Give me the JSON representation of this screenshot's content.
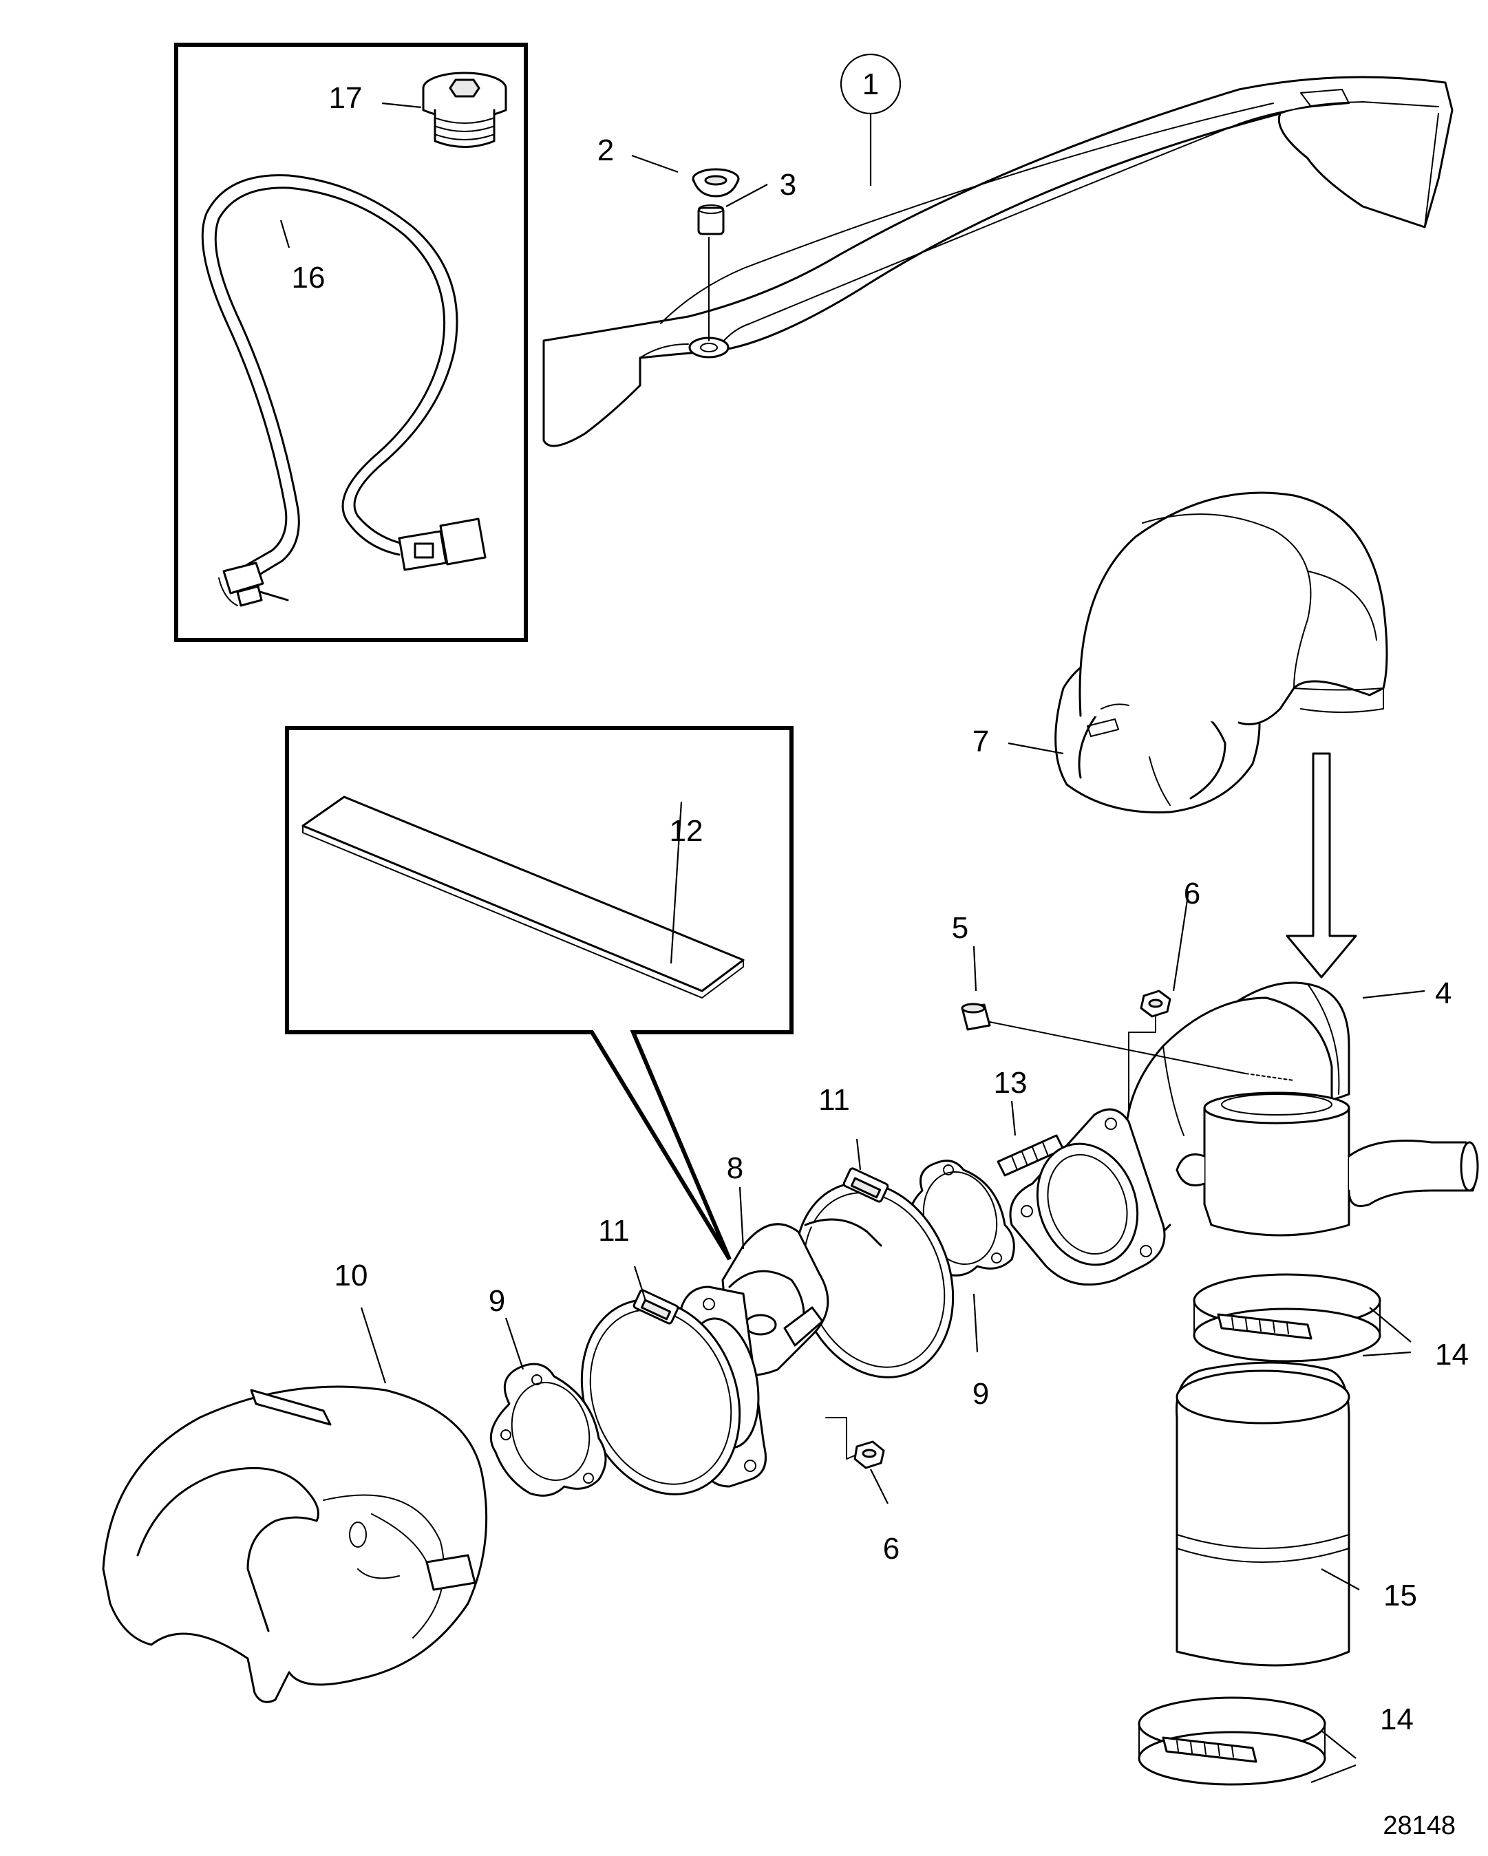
{
  "figure_number": "28148",
  "callouts": {
    "c1": "1",
    "c2": "2",
    "c3": "3",
    "c4": "4",
    "c5": "5",
    "c6a": "6",
    "c6b": "6",
    "c7": "7",
    "c8": "8",
    "c9a": "9",
    "c9b": "9",
    "c10": "10",
    "c11a": "11",
    "c11b": "11",
    "c12": "12",
    "c13": "13",
    "c14a": "14",
    "c14b": "14",
    "c15": "15",
    "c16": "16",
    "c17": "17"
  }
}
